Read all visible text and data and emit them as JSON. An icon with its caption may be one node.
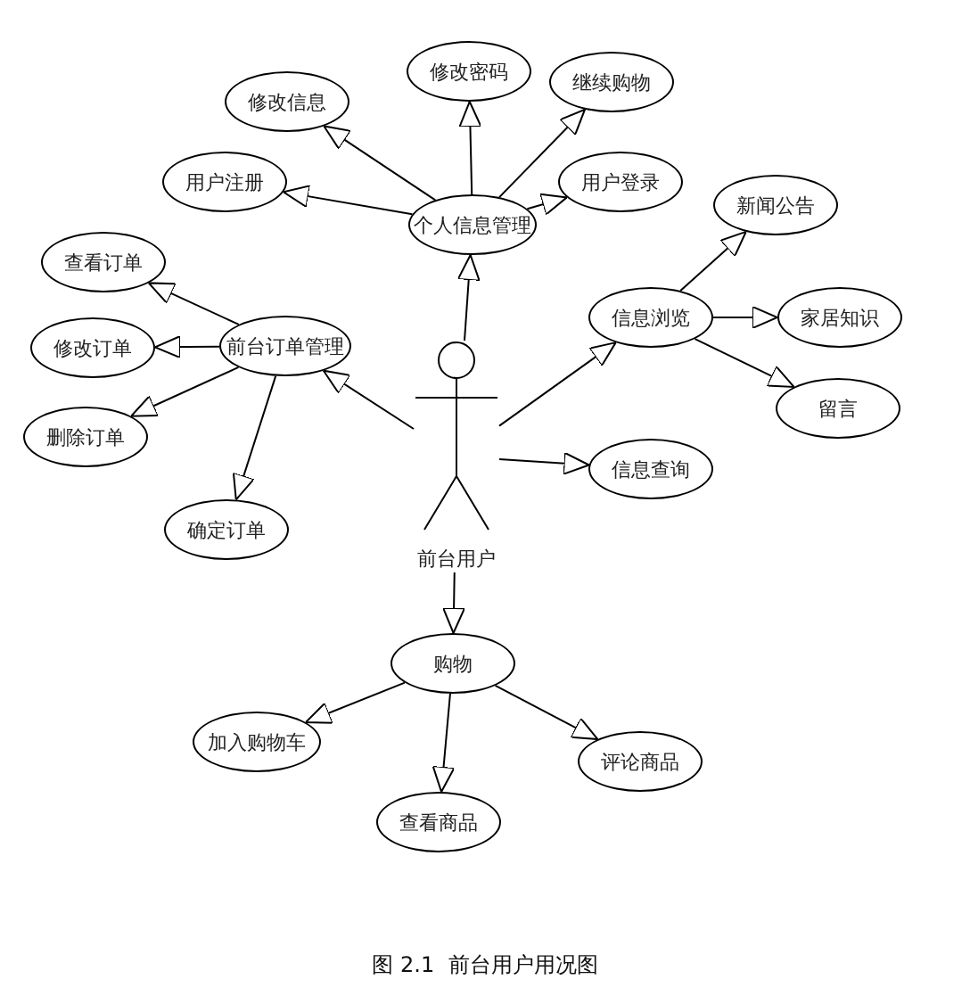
{
  "diagram": {
    "caption": "图 2.1  前台用户用况图",
    "nodes": [
      {
        "text": [
          "前台用户"
        ]
      },
      {
        "text": [
          "个人信息管理"
        ]
      },
      {
        "text": [
          "修改信息"
        ]
      },
      {
        "text": [
          "修改密码"
        ]
      },
      {
        "text": [
          "继续购物"
        ]
      },
      {
        "text": [
          "用户注册"
        ]
      },
      {
        "text": [
          "用户登录"
        ]
      },
      {
        "text": [
          "前台订单管理"
        ]
      },
      {
        "text": [
          "查看订单"
        ]
      },
      {
        "text": [
          "修改订单"
        ]
      },
      {
        "text": [
          "删除订单"
        ]
      },
      {
        "text": [
          "确定订单"
        ]
      },
      {
        "text": [
          "信息浏览"
        ]
      },
      {
        "text": [
          "新闻公告"
        ]
      },
      {
        "text": [
          "家居知识"
        ]
      },
      {
        "text": [
          "留言"
        ]
      },
      {
        "text": [
          "信息查询"
        ]
      },
      {
        "text": [
          "购物"
        ]
      },
      {
        "text": [
          "加入购物车"
        ]
      },
      {
        "text": [
          "查看商品"
        ]
      },
      {
        "text": [
          "评论商品"
        ]
      }
    ],
    "edges": [
      {
        "from": 0,
        "to": 1,
        "arrow": "to"
      },
      {
        "from": 0,
        "to": 7,
        "arrow": "to"
      },
      {
        "from": 0,
        "to": 12,
        "arrow": "to"
      },
      {
        "from": 0,
        "to": 16,
        "arrow": "to"
      },
      {
        "from": 0,
        "to": 17,
        "arrow": "to"
      },
      {
        "from": 1,
        "to": 2,
        "arrow": "to"
      },
      {
        "from": 1,
        "to": 3,
        "arrow": "to"
      },
      {
        "from": 1,
        "to": 4,
        "arrow": "to"
      },
      {
        "from": 1,
        "to": 5,
        "arrow": "to"
      },
      {
        "from": 1,
        "to": 6,
        "arrow": "to"
      },
      {
        "from": 7,
        "to": 8,
        "arrow": "to"
      },
      {
        "from": 7,
        "to": 9,
        "arrow": "to"
      },
      {
        "from": 7,
        "to": 10,
        "arrow": "to"
      },
      {
        "from": 7,
        "to": 11,
        "arrow": "to"
      },
      {
        "from": 12,
        "to": 13,
        "arrow": "to"
      },
      {
        "from": 12,
        "to": 14,
        "arrow": "to"
      },
      {
        "from": 12,
        "to": 15,
        "arrow": "to"
      },
      {
        "from": 17,
        "to": 18,
        "arrow": "to"
      },
      {
        "from": 17,
        "to": 19,
        "arrow": "to"
      },
      {
        "from": 17,
        "to": 20,
        "arrow": "to"
      }
    ]
  }
}
